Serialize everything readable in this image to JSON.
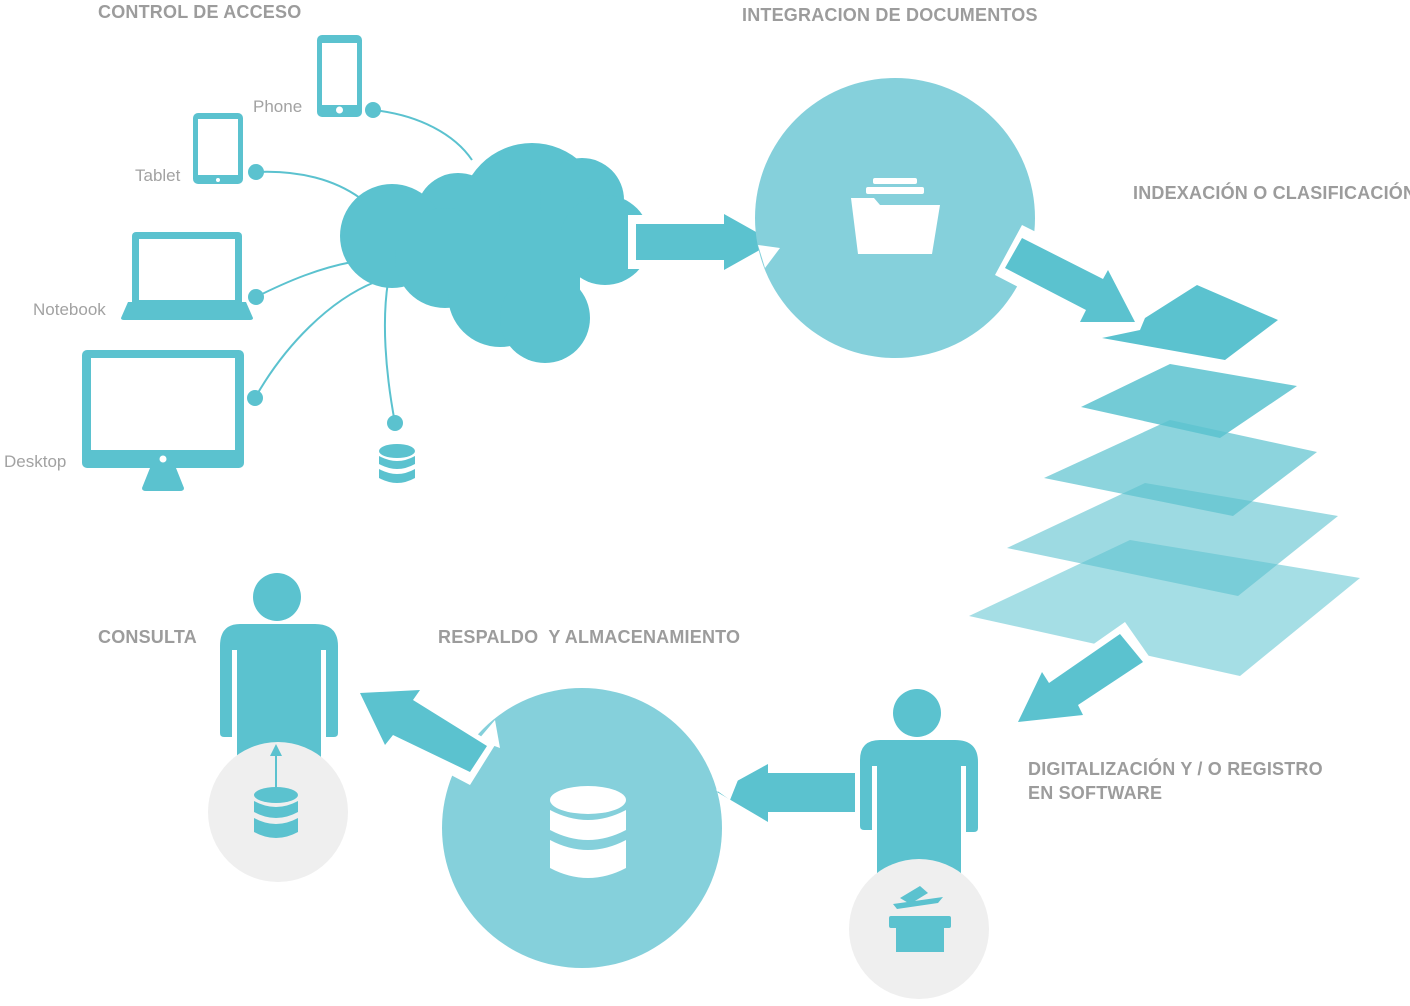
{
  "titles": {
    "control_acceso": "CONTROL DE ACCESO",
    "integracion": "INTEGRACION DE DOCUMENTOS",
    "indexacion": "INDEXACIÓN O CLASIFICACIÓN",
    "digitalizacion_line1": "DIGITALIZACIÓN Y / O REGISTRO",
    "digitalizacion_line2": "EN SOFTWARE",
    "respaldo": "RESPALDO  Y ALMACENAMIENTO",
    "consulta": "CONSULTA"
  },
  "devices": {
    "phone": "Phone",
    "tablet": "Tablet",
    "notebook": "Notebook",
    "desktop": "Desktop"
  },
  "colors": {
    "primary": "#5bc2cf",
    "light": "#85d0db",
    "gray_circle": "#efefef",
    "label": "#9c9c9c"
  },
  "icons": [
    "phone-icon",
    "tablet-icon",
    "notebook-icon",
    "desktop-icon",
    "database-icon",
    "cloud-icon",
    "folder-icon",
    "person-icon",
    "scanner-icon"
  ]
}
